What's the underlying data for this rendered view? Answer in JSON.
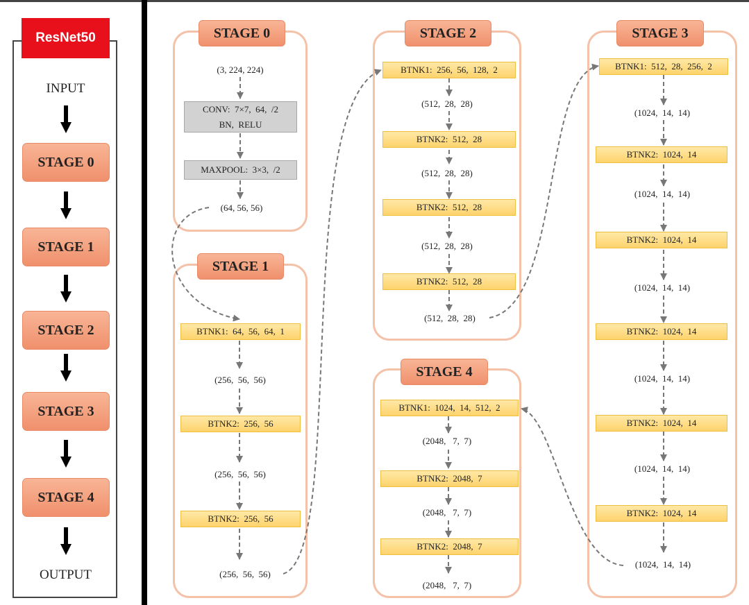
{
  "overview": {
    "title": "ResNet50",
    "input": "INPUT",
    "output": "OUTPUT",
    "stages": [
      "STAGE 0",
      "STAGE 1",
      "STAGE 2",
      "STAGE 3",
      "STAGE 4"
    ]
  },
  "stage0": {
    "title": "STAGE 0",
    "in_shape": "(3, 224, 224)",
    "conv_line1": "CONV:  7×7,  64,  /2",
    "conv_line2": "BN,  RELU",
    "maxpool": "MAXPOOL:  3×3,  /2",
    "out_shape": "(64, 56, 56)"
  },
  "stage1": {
    "title": "STAGE 1",
    "b1": "BTNK1:  64,  56,  64,  1",
    "s1": "(256,  56,  56)",
    "b2": "BTNK2:  256,  56",
    "s2": "(256,  56,  56)",
    "b3": "BTNK2:  256,  56",
    "out": "(256,  56,  56)"
  },
  "stage2": {
    "title": "STAGE 2",
    "b1": "BTNK1:  256,  56,  128,  2",
    "s1": "(512,  28,  28)",
    "b2": "BTNK2:  512,  28",
    "s2": "(512,  28,  28)",
    "b3": "BTNK2:  512,  28",
    "s3": "(512,  28,  28)",
    "b4": "BTNK2:  512,  28",
    "out": "(512,  28,  28)"
  },
  "stage3": {
    "title": "STAGE 3",
    "b1": "BTNK1:  512,  28,  256,  2",
    "s1": "(1024,  14,  14)",
    "b2": "BTNK2:  1024,  14",
    "s2": "(1024,  14,  14)",
    "b3": "BTNK2:  1024,  14",
    "s3": "(1024,  14,  14)",
    "b4": "BTNK2:  1024,  14",
    "s4": "(1024,  14,  14)",
    "b5": "BTNK2:  1024,  14",
    "s5": "(1024,  14,  14)",
    "b6": "BTNK2:  1024,  14",
    "out": "(1024,  14,  14)"
  },
  "stage4": {
    "title": "STAGE 4",
    "b1": "BTNK1:  1024,  14,  512,  2",
    "s1": "(2048,   7,  7)",
    "b2": "BTNK2:  2048,  7",
    "s2": "(2048,   7,  7)",
    "b3": "BTNK2:  2048,  7",
    "out": "(2048,   7,  7)"
  },
  "colors": {
    "stage_fill": "#f0906c",
    "stage_border": "#f3c2a8",
    "block_fill": "#fdd36c",
    "block_border": "#f0be3f",
    "gray_block": "#d2d2d2",
    "title_red": "#e8101a",
    "arrow": "#777777"
  }
}
